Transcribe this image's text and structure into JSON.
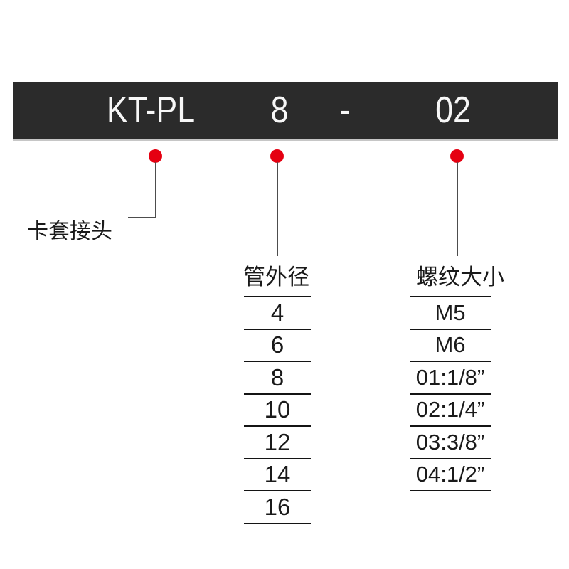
{
  "banner": {
    "series": "KT-PL",
    "size": "8",
    "separator": "-",
    "thread": "02"
  },
  "labels": {
    "series": "卡套接头"
  },
  "tube_od": {
    "header": "管外径",
    "values": [
      "4",
      "6",
      "8",
      "10",
      "12",
      "14",
      "16"
    ]
  },
  "thread_size": {
    "header": "螺纹大小",
    "values": [
      "M5",
      "M6",
      "01:1/8”",
      "02:1/4”",
      "03:3/8”",
      "04:1/2”"
    ]
  },
  "colors": {
    "banner_bg": "#2b2b2b",
    "banner_text": "#f7f7f7",
    "banner_shadow": "#c6c6c6",
    "dot_red": "#e50011",
    "line_gray": "#4d4d4d",
    "table_line": "#141414",
    "text_dark": "#1a1a1a"
  }
}
